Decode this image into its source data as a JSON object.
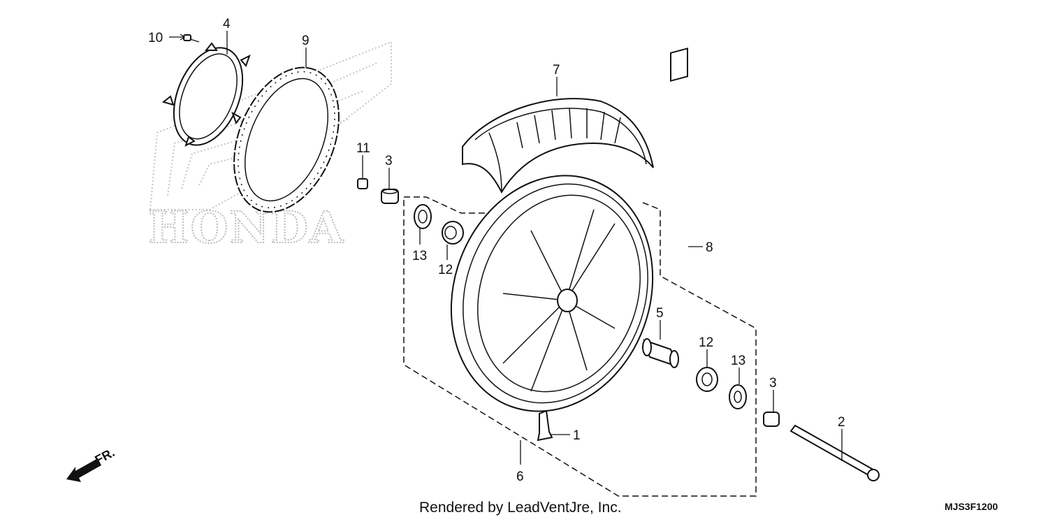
{
  "watermark": {
    "text": "HONDA"
  },
  "callouts": [
    {
      "id": "c10",
      "label": "10"
    },
    {
      "id": "c4",
      "label": "4"
    },
    {
      "id": "c9",
      "label": "9"
    },
    {
      "id": "c11",
      "label": "11"
    },
    {
      "id": "c3a",
      "label": "3"
    },
    {
      "id": "c7",
      "label": "7"
    },
    {
      "id": "c13a",
      "label": "13"
    },
    {
      "id": "c12a",
      "label": "12"
    },
    {
      "id": "c8",
      "label": "8"
    },
    {
      "id": "c5",
      "label": "5"
    },
    {
      "id": "c12b",
      "label": "12"
    },
    {
      "id": "c13b",
      "label": "13"
    },
    {
      "id": "c3b",
      "label": "3"
    },
    {
      "id": "c2",
      "label": "2"
    },
    {
      "id": "c1",
      "label": "1"
    },
    {
      "id": "c6",
      "label": "6"
    }
  ],
  "direction_label": "FR.",
  "footer": {
    "credit": "Rendered by LeadVentJre, Inc.",
    "code": "MJS3F1200"
  }
}
